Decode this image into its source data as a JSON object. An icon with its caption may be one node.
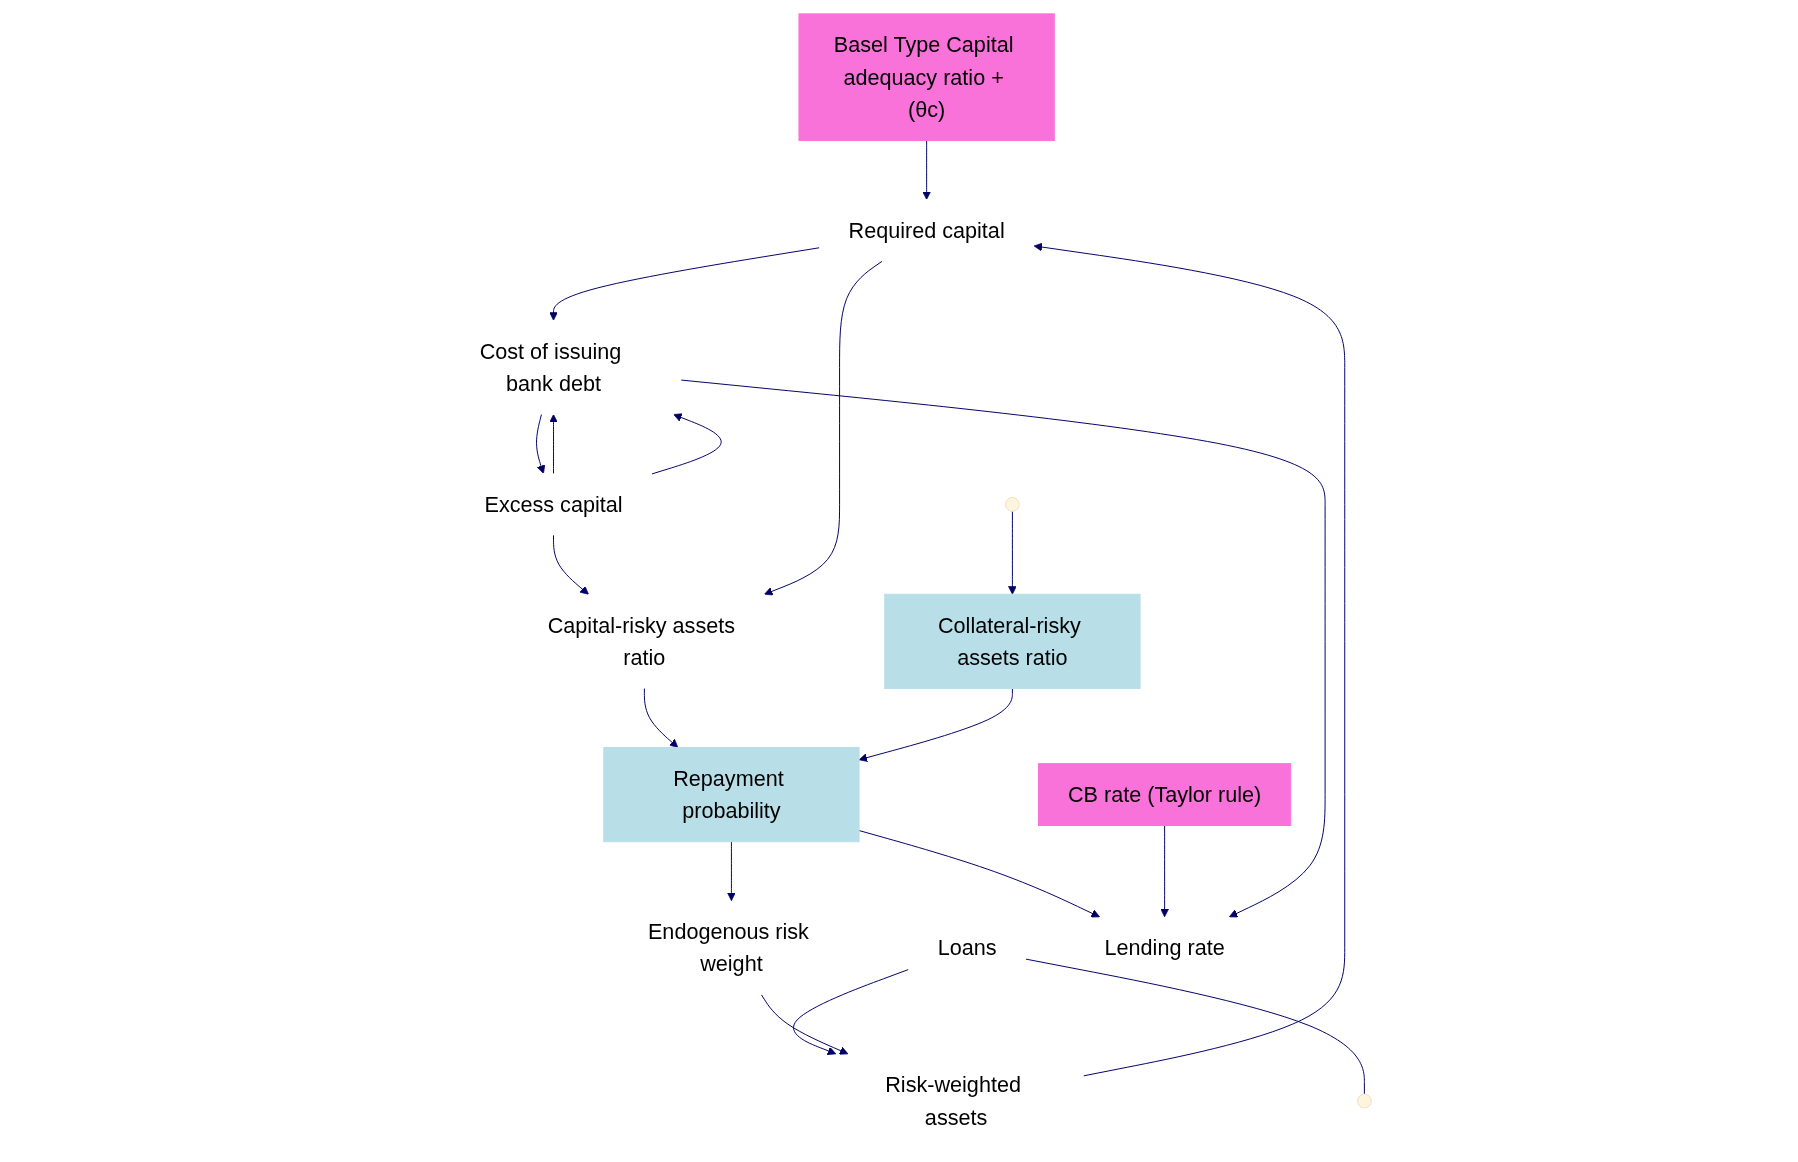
{
  "diagram": {
    "nodes": [
      {
        "text": [
          "Basel Type Capital adequacy ratio + (θc)"
        ]
      },
      {
        "text": [
          "Risk-weighted assets"
        ]
      },
      {
        "text": [
          "Loans"
        ]
      },
      {
        "text": [
          "Endogenous risk weight"
        ]
      },
      {
        "text": [
          "Cost of issuing bank debt"
        ]
      },
      {
        "text": [
          "Required capital"
        ]
      },
      {
        "text": [
          "Excess capital"
        ]
      },
      {
        "text": [
          "Capital-risky assets ratio"
        ]
      },
      {
        "text": [
          "CB rate (Taylor rule)"
        ]
      },
      {
        "text": [
          "Repayment probability"
        ]
      },
      {
        "text": [
          "Collateral-risky assets ratio"
        ]
      },
      {
        "text": [
          "Lending rate"
        ]
      }
    ],
    "edges": [
      {
        "from": 0,
        "to": 5,
        "arrow": "to"
      },
      {
        "from": 2,
        "to": 1,
        "arrow": "to"
      },
      {
        "from": 3,
        "to": 1,
        "arrow": "to"
      },
      {
        "from": 1,
        "to": 5,
        "arrow": "to"
      },
      {
        "from": 5,
        "to": 4,
        "arrow": "to"
      },
      {
        "from": 6,
        "to": 4,
        "arrow": "to"
      },
      {
        "from": 4,
        "to": 6,
        "arrow": "to"
      },
      {
        "from": 6,
        "to": 4,
        "arrow": "to"
      },
      {
        "from": 6,
        "to": 7,
        "arrow": "to"
      },
      {
        "from": 5,
        "to": 7,
        "arrow": "to"
      },
      {
        "from": 7,
        "to": 9,
        "arrow": "to"
      },
      {
        "from": 9,
        "to": 3,
        "arrow": "to"
      },
      {
        "from": 9,
        "to": 11,
        "arrow": "to"
      },
      {
        "from": 10,
        "to": 9,
        "arrow": "to"
      },
      {
        "from": 8,
        "to": 11,
        "arrow": "to"
      },
      {
        "from": 4,
        "to": 11,
        "arrow": "to"
      },
      {
        "from": 2,
        "to": null,
        "arrow": "none"
      },
      {
        "from": null,
        "to": 10,
        "arrow": "to"
      }
    ]
  }
}
